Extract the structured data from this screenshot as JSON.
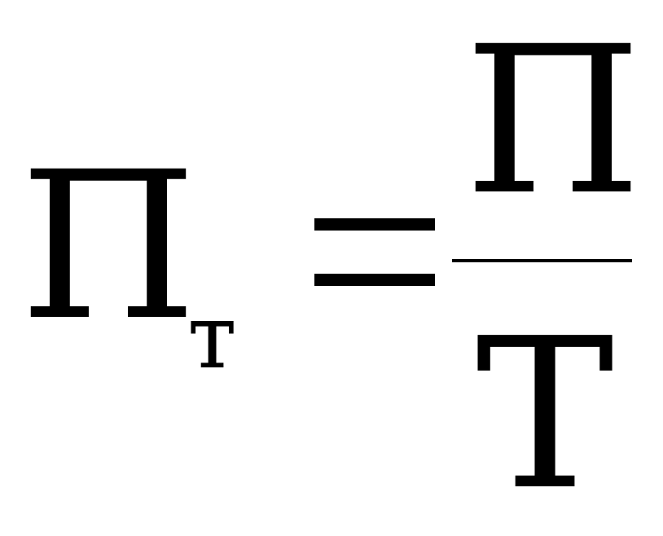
{
  "formula": {
    "lhs_symbol": "П",
    "lhs_subscript": "т",
    "numerator": "П",
    "denominator": "Т"
  }
}
